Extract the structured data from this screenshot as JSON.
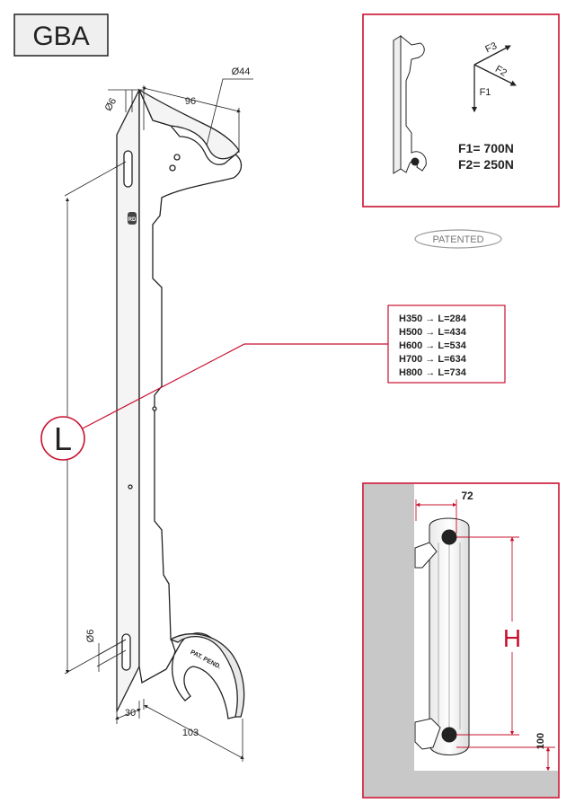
{
  "model_label": "GBA",
  "dimensions": {
    "hole_diameter_top": "Ø6",
    "width_top": "96",
    "pipe_diameter": "Ø44",
    "hole_diameter_bottom": "Ø6",
    "depth_bottom": "30",
    "width_bottom": "103",
    "length_symbol": "L"
  },
  "bracket_text": {
    "logo": "RD",
    "stamp": "PAT. PEND."
  },
  "force_panel": {
    "f3": "F3",
    "f2": "F2",
    "f1": "F1",
    "f1_value": "F1= 700N",
    "f2_value": "F2= 250N"
  },
  "patented_badge": "PATENTED",
  "length_table": [
    "H350 → L=284",
    "H500 → L=434",
    "H600 → L=534",
    "H700 → L=634",
    "H800 → L=734"
  ],
  "install_panel": {
    "wall_offset": "72",
    "height_symbol": "H",
    "floor_offset": "100"
  },
  "colors": {
    "accent_red": "#c8102e",
    "wall_gray": "#c8c8c8",
    "panel_border": "#c8102e"
  }
}
